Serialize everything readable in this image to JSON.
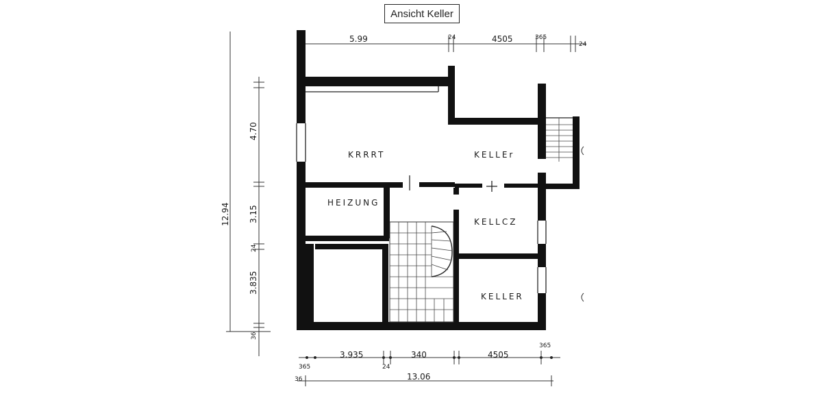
{
  "title": "Ansicht Keller",
  "rooms": {
    "room1": "KRRRT",
    "room2": "KELLEr",
    "room3": "HEIZUNG",
    "room4": "KELLCZ",
    "room5": "KELLER"
  },
  "dimensions": {
    "top": [
      "5.99",
      "24",
      "4505",
      "365",
      "24"
    ],
    "bottom": [
      "365",
      "3.935",
      "24",
      "340",
      "4505",
      "365"
    ],
    "bottom_total": "13.06",
    "bottom_outer": "36",
    "left": [
      "4.70",
      "3.15",
      "24",
      "3.835",
      "36"
    ],
    "left_total": "12.94"
  }
}
